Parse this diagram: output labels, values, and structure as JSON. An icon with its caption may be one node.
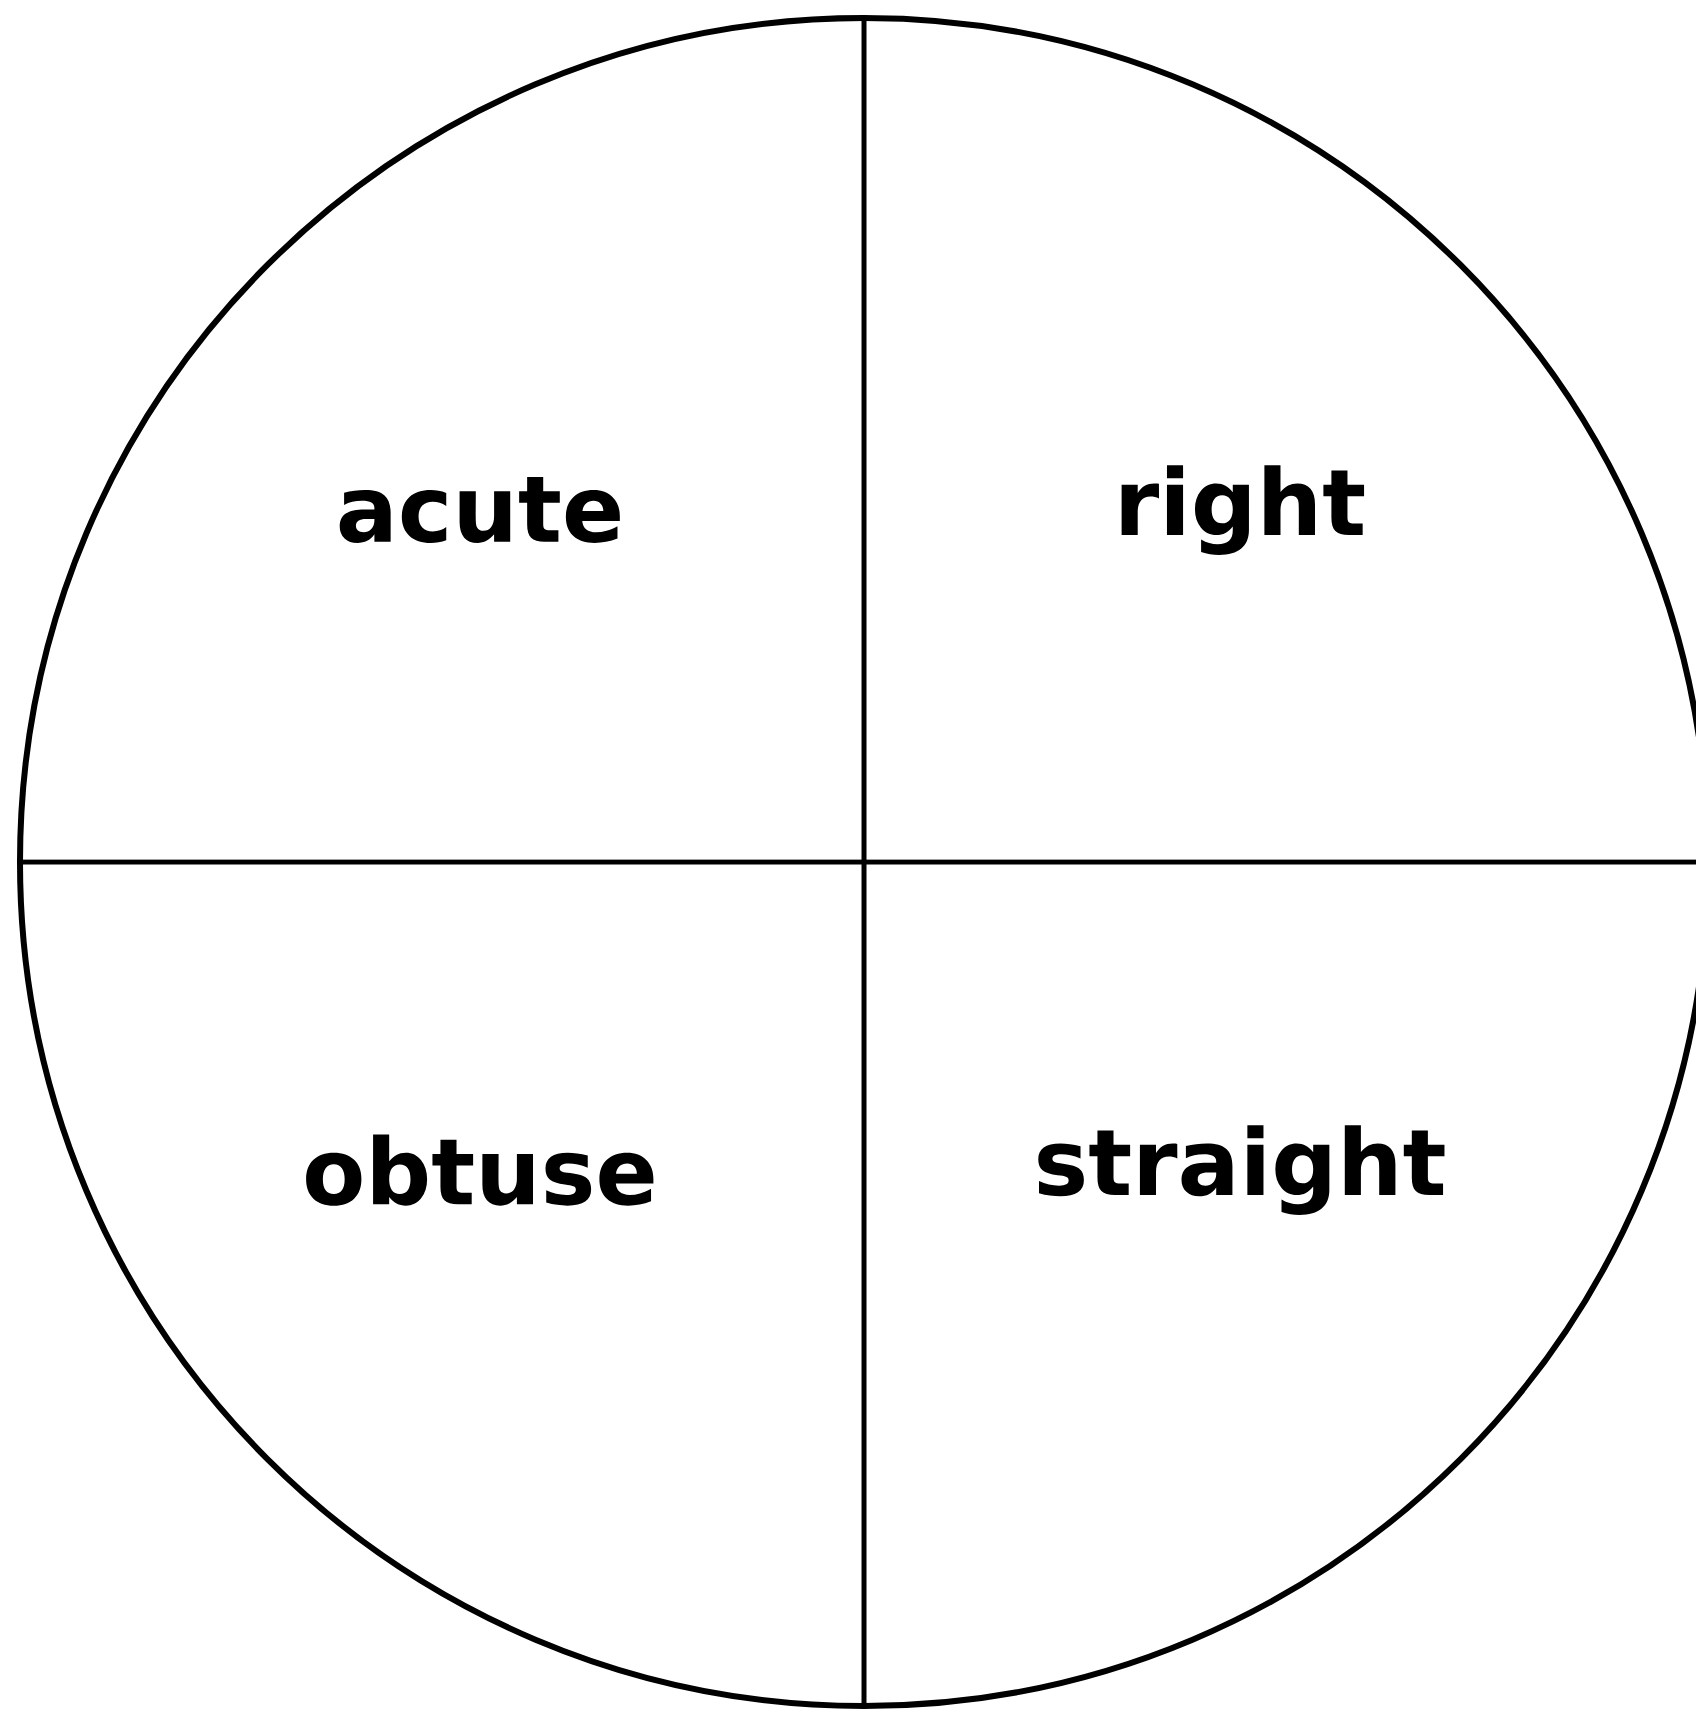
{
  "diagram": {
    "nodes": [
      {
        "text": [
          "acute",
          "right",
          "obtuse",
          "straight"
        ]
      }
    ]
  }
}
